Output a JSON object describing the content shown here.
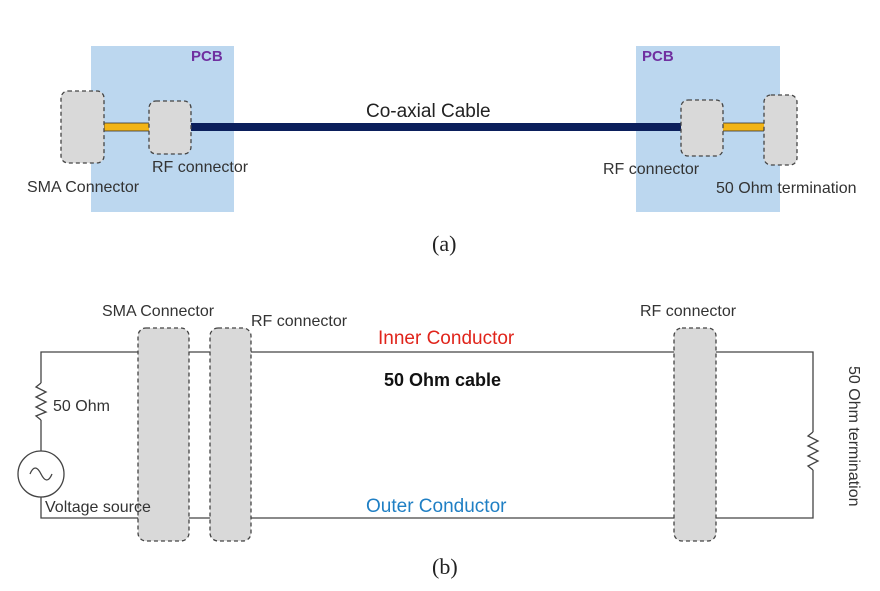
{
  "colors": {
    "pcb_fill": "#bcd7ef",
    "pcb_label": "#7030a0",
    "cable": "#0b1f5c",
    "pin": "#f2b416",
    "inner_conductor": "#e0241b",
    "outer_conductor": "#1f7fc4",
    "connector_fill": "#d9d9d9"
  },
  "panel_a": {
    "pcb_left_label": "PCB",
    "pcb_right_label": "PCB",
    "cable_label": "Co-axial Cable",
    "sma_label": "SMA Connector",
    "rf_left_label": "RF connector",
    "rf_right_label": "RF connector",
    "termination_label": "50 Ohm termination",
    "caption": "(a)"
  },
  "panel_b": {
    "sma_label": "SMA Connector",
    "rf_left_label": "RF connector",
    "rf_right_label": "RF connector",
    "inner_label": "Inner Conductor",
    "outer_label": "Outer Conductor",
    "cable_label": "50 Ohm cable",
    "resistor_label": "50 Ohm",
    "source_label": "Voltage source",
    "termination_label": "50 Ohm termination",
    "caption": "(b)",
    "source_icon": "ac-voltage-source-icon",
    "resistor_icon": "resistor-icon"
  }
}
